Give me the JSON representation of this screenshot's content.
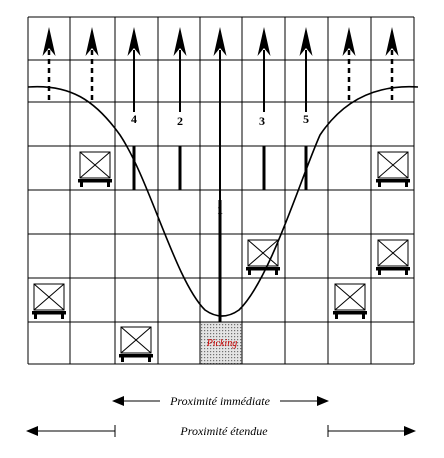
{
  "picking_label": "Picking",
  "aisle_numbers": [
    "1",
    "2",
    "3",
    "4",
    "5"
  ],
  "legend": {
    "immediate": "Proximité immédiate",
    "extended": "Proximité étendue"
  },
  "colors": {
    "line": "#000000",
    "picking_text": "#cc0000",
    "picking_fill": "#c8c8c8"
  },
  "icons": {
    "pallet": "pallet-rack-icon"
  }
}
